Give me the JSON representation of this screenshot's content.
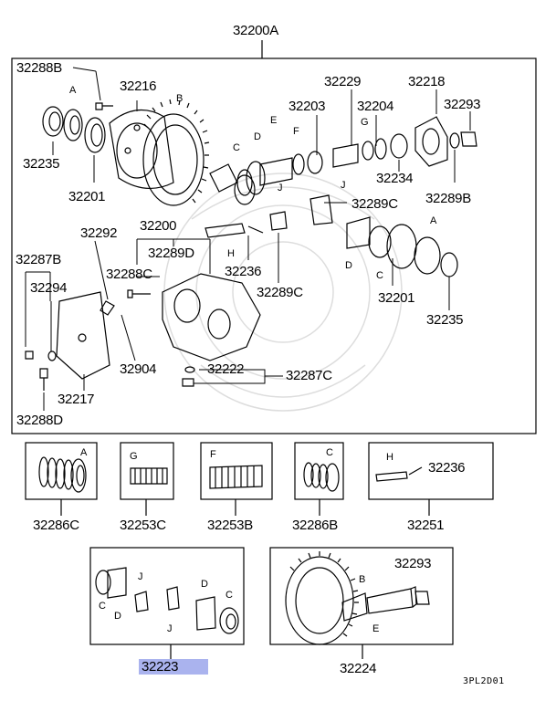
{
  "diagram": {
    "title": "32200A",
    "code": "3PL2D01",
    "main_labels": {
      "p32288B": "32288B",
      "p32216": "32216",
      "p32235_l": "32235",
      "p32201_l": "32201",
      "p32229": "32229",
      "p32218": "32218",
      "p32203": "32203",
      "p32204": "32204",
      "p32293": "32293",
      "p32234": "32234",
      "p32289B": "32289B",
      "p32289C_a": "32289C",
      "p32200": "32200",
      "p32292": "32292",
      "p32289D": "32289D",
      "p32287B": "32287B",
      "p32288C": "32288C",
      "p32236": "32236",
      "p32289C_b": "32289C",
      "p32294": "32294",
      "p32201_r": "32201",
      "p32235_r": "32235",
      "p32904": "32904",
      "p32222": "32222",
      "p32287C": "32287C",
      "p32217": "32217",
      "p32288D": "32288D"
    },
    "letters": {
      "A1": "A",
      "B1": "B",
      "C1": "C",
      "D1": "D",
      "E1": "E",
      "F1": "F",
      "G1": "G",
      "J1": "J",
      "J2": "J",
      "H1": "H",
      "A2": "A",
      "C2": "C",
      "D2": "D"
    },
    "kits": [
      {
        "name": "32286C",
        "letter": "A"
      },
      {
        "name": "32253C",
        "letter": "G"
      },
      {
        "name": "32253B",
        "letter": "F"
      },
      {
        "name": "32286B",
        "letter": "C"
      },
      {
        "name": "32251",
        "letter": "H",
        "extra": "32236"
      }
    ],
    "bottom_left": {
      "name": "32223",
      "letters": {
        "C1": "C",
        "D1": "D",
        "J1": "J",
        "J2": "J",
        "D2": "D",
        "C2": "C"
      }
    },
    "bottom_right": {
      "name": "32224",
      "part": "32293",
      "letters": {
        "B": "B",
        "E": "E"
      }
    },
    "colors": {
      "highlight": "#aab3ee",
      "line": "#000000"
    }
  }
}
